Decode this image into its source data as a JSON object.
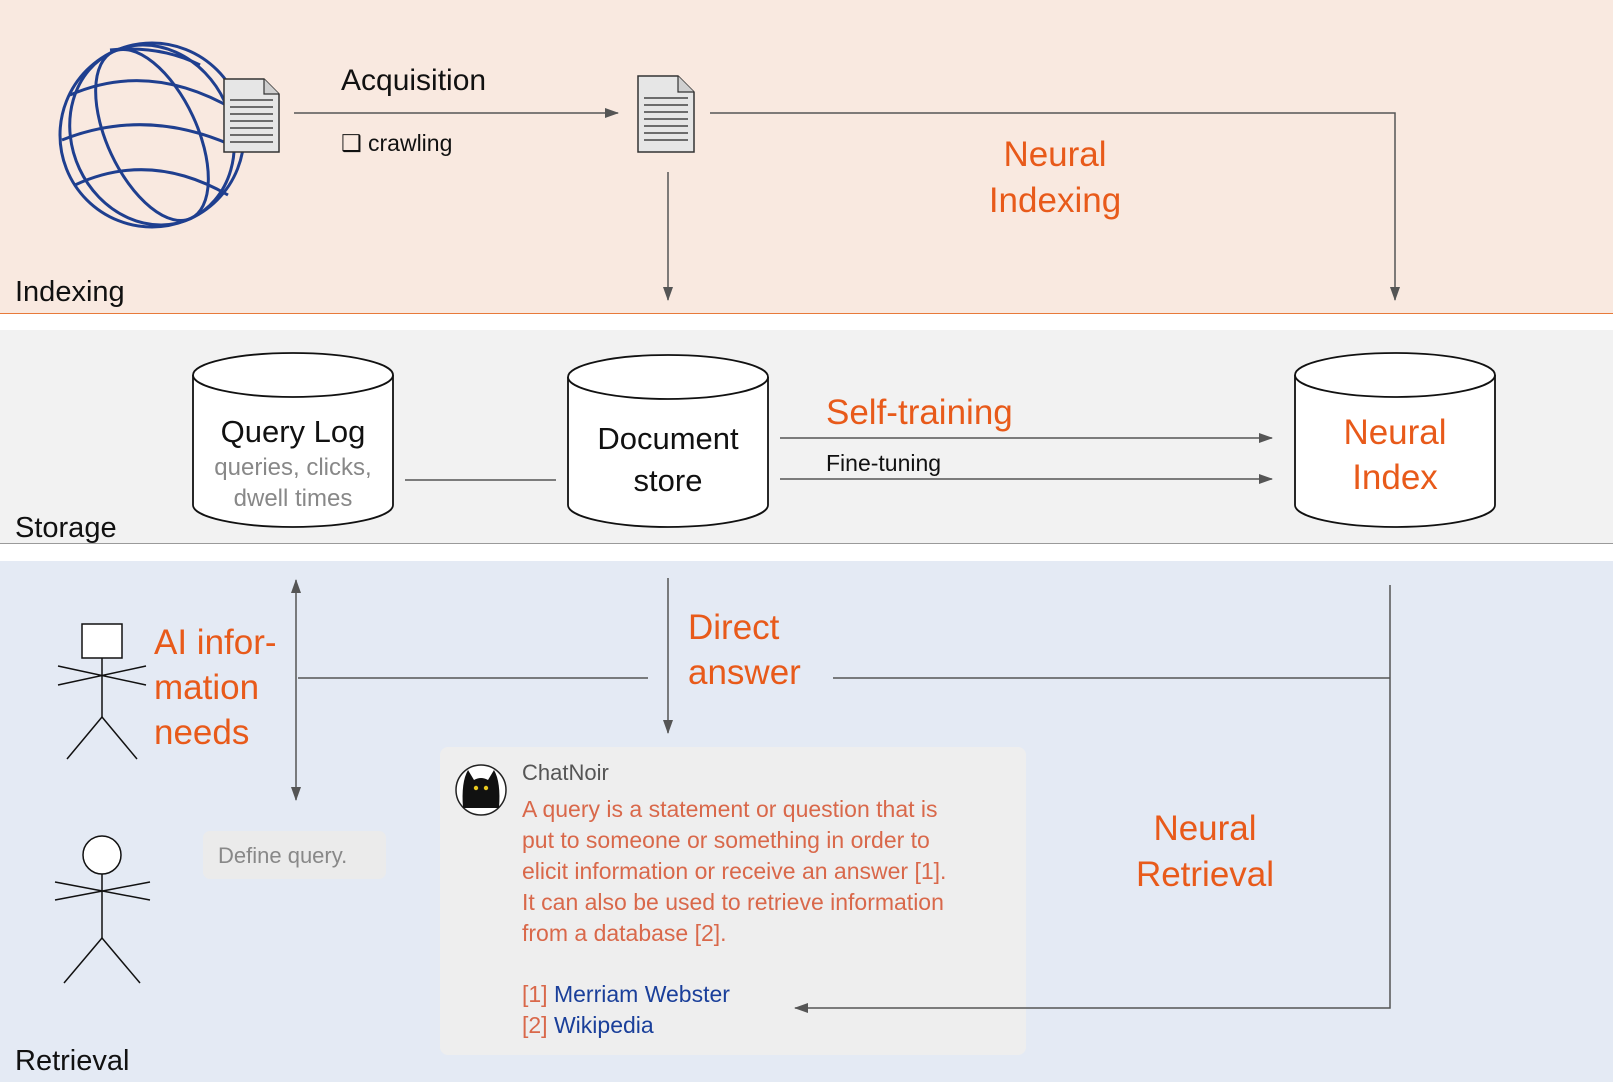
{
  "bands": {
    "indexing": "Indexing",
    "storage": "Storage",
    "retrieval": "Retrieval"
  },
  "acquisition": {
    "title": "Acquisition",
    "bullet": "❑ crawling"
  },
  "neural_indexing": [
    "Neural",
    "Indexing"
  ],
  "query_log": {
    "title": "Query Log",
    "sub1": "queries, clicks,",
    "sub2": "dwell times"
  },
  "document_store": [
    "Document",
    "store"
  ],
  "self_training": "Self-training",
  "fine_tuning": "Fine-tuning",
  "neural_index": [
    "Neural",
    "Index"
  ],
  "ai_needs": [
    "AI infor-",
    "mation",
    "needs"
  ],
  "direct_answer": [
    "Direct",
    "answer"
  ],
  "define_query": "Define query.",
  "neural_retrieval": [
    "Neural",
    "Retrieval"
  ],
  "chatnoir": {
    "name": "ChatNoir",
    "answer_lines": [
      "A query is a statement or question that is",
      "put to someone or something in order to",
      "elicit information or receive an answer [1].",
      "It can also be used to retrieve information",
      "from a database [2]."
    ],
    "refs": [
      {
        "num": "[1]",
        "label": "Merriam Webster"
      },
      {
        "num": "[2]",
        "label": "Wikipedia"
      }
    ]
  },
  "colors": {
    "accent_orange": "#e85a1a",
    "answer_text": "#d9684a",
    "link_blue": "#1a3f9a",
    "globe_blue": "#1f3f8f"
  }
}
